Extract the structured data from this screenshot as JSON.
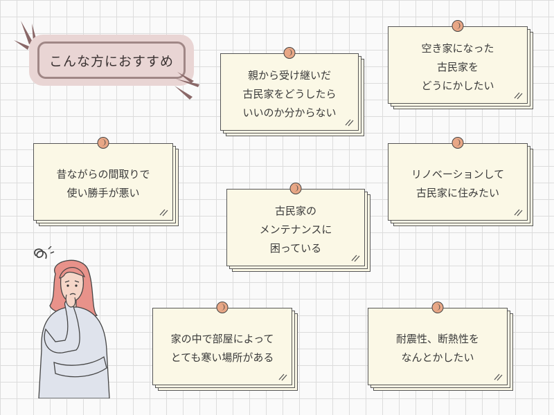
{
  "title": "こんな方におすすめ",
  "notes": [
    {
      "text": "親から受け継いだ\n古民家をどうしたら\nいいのか分からない"
    },
    {
      "text": "空き家になった\n古民家を\nどうにかしたい"
    },
    {
      "text": "昔ながらの間取りで\n使い勝手が悪い"
    },
    {
      "text": "リノベーションして\n古民家に住みたい"
    },
    {
      "text": "古民家の\nメンテナンスに\n困っている"
    },
    {
      "text": "家の中で部屋によって\nとても寒い場所がある"
    },
    {
      "text": "耐震性、断熱性を\nなんとかしたい"
    }
  ],
  "colors": {
    "background": "#fafafa",
    "grid": "#dcdcdc",
    "note_paper": "#fbf8e6",
    "pin": "#e8a786",
    "title_bg": "#e9d5d4",
    "title_border": "#a08786",
    "burst": "#8a6868",
    "hair": "#e8928a",
    "sweater": "#dfe3ec"
  }
}
